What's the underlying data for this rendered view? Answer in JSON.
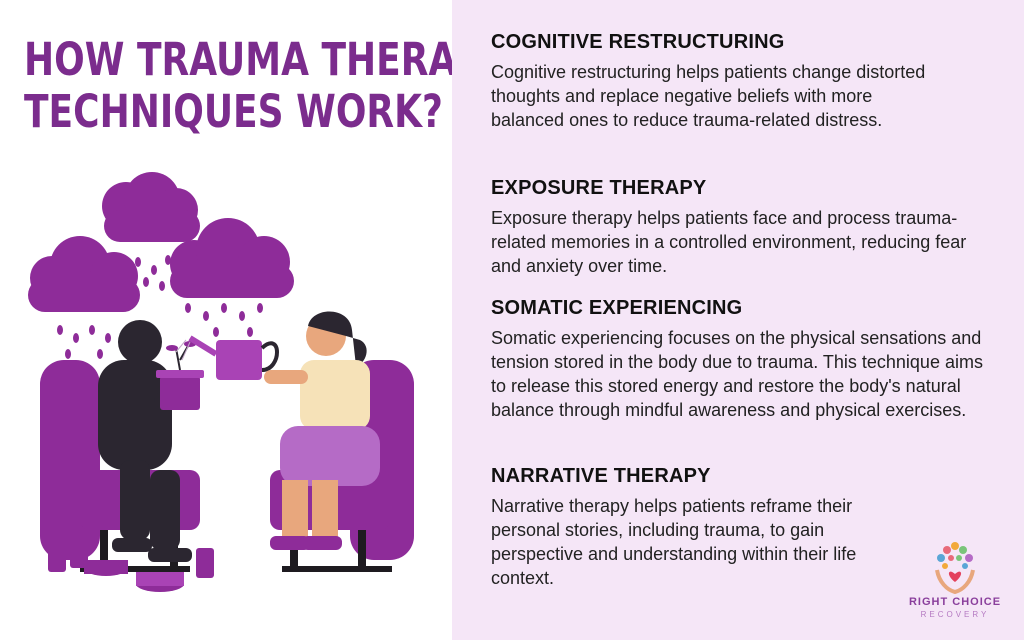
{
  "title": {
    "line1": "HOW TRAUMA THERAPY",
    "line2": "TECHNIQUES WORK?"
  },
  "sections": [
    {
      "heading": "COGNITIVE RESTRUCTURING",
      "body": "Cognitive restructuring helps patients change distorted thoughts and replace negative beliefs with more balanced ones to reduce trauma-related distress."
    },
    {
      "heading": "EXPOSURE THERAPY",
      "body": "Exposure therapy helps patients face and process trauma-related memories in a controlled environment, reducing fear and anxiety over time."
    },
    {
      "heading": "SOMATIC EXPERIENCING",
      "body": "Somatic experiencing focuses on the physical sensations and tension stored in the body due to trauma. This technique aims to release this stored energy and restore the body's natural balance through mindful awareness and physical exercises."
    },
    {
      "heading": "NARRATIVE THERAPY",
      "body": "Narrative therapy helps patients reframe their personal stories, including trauma, to gain perspective and understanding within their life context."
    }
  ],
  "logo": {
    "name": "RIGHT CHOICE",
    "sub": "RECOVERY"
  },
  "colors": {
    "accent": "#7b2c8d",
    "cloud": "#8e2c99",
    "chair": "#8e2c99",
    "right_panel_bg": "#f5e6f7",
    "skin": "#e8a77d",
    "dark_figure": "#2b2630"
  },
  "illustration": {
    "description_icons": [
      "rain-cloud-icon",
      "watering-can-icon",
      "plant-pot-icon"
    ]
  }
}
